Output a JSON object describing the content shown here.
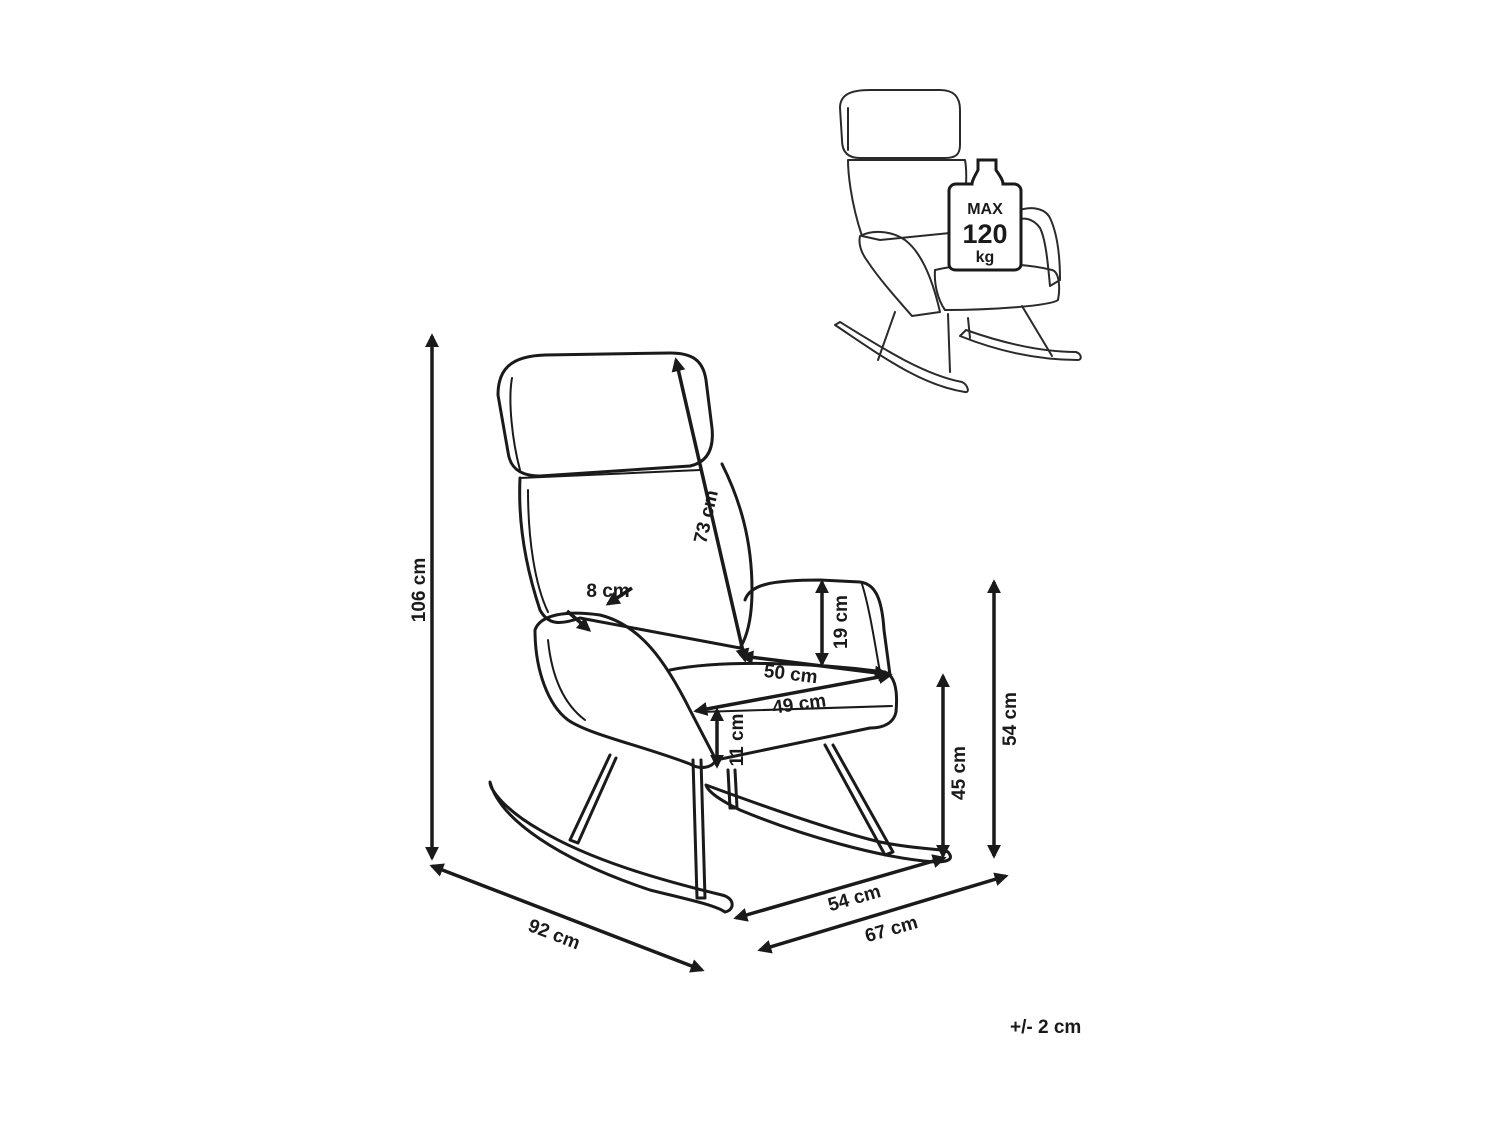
{
  "badge": {
    "line1": "MAX",
    "line2": "120",
    "line3": "kg"
  },
  "dimensions": {
    "total_height": "106 cm",
    "backrest_height": "73 cm",
    "armrest_width": "8 cm",
    "armrest_height": "19 cm",
    "seat_depth": "50 cm",
    "seat_width": "49 cm",
    "seat_thickness": "11 cm",
    "seat_height": "45 cm",
    "arm_height": "54 cm",
    "depth": "92 cm",
    "inner_width": "54 cm",
    "total_width": "67 cm"
  },
  "tolerance": "+/- 2 cm"
}
